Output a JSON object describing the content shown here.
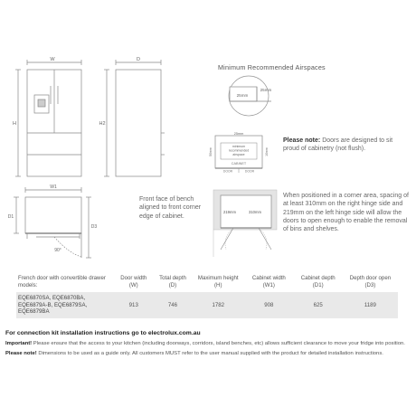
{
  "diagram": {
    "front_view": {
      "width_label": "W",
      "height_label": "H"
    },
    "side_view": {
      "depth_label": "D",
      "height_label": "H2"
    },
    "top_view": {
      "width_label": "W1",
      "depth_label": "D1",
      "open_depth_label": "D3",
      "angle_label": "90°"
    },
    "airspace": {
      "title": "Minimum Recommended Airspaces",
      "top_gap": "25mm",
      "side_gap": "25mm",
      "inner_width": "25mm",
      "inner_label_1": "minimum",
      "inner_label_2": "recommended",
      "inner_label_3": "airspace",
      "side_height": "50mm",
      "side_height2": "10mm",
      "cabinet_label": "CABINET",
      "door_left": "DOOR",
      "door_right": "DOOR"
    },
    "note_1": {
      "label": "Please note:",
      "text": " Doors are designed to sit proud of cabinetry (not flush)."
    },
    "bench_note": "Front face of bench aligned to front corner edge of cabinet.",
    "corner": {
      "left_gap": "219mm",
      "right_gap": "310mm",
      "text": "When positioned in a corner area, spacing of at least 310mm on the right  hinge side and 219mm on the left hinge side will allow the doors to open enough to enable the removal of bins and shelves."
    }
  },
  "table": {
    "headers": [
      "French door with convertible drawer models:",
      "Door width (W)",
      "Total depth (D)",
      "Maximum height (H)",
      "Cabinet width (W1)",
      "Cabinet depth (D1)",
      "Depth door open (D3)"
    ],
    "row": {
      "models": "EQE6870SA, EQE6870BA, EQE6879A-B, EQE6879SA, EQE6879BA",
      "values": [
        "913",
        "746",
        "1782",
        "908",
        "625",
        "1189"
      ]
    }
  },
  "footer": {
    "connection": "For connection kit installation instructions go to electrolux.com.au",
    "important_label": "Important!",
    "important_text": " Please ensure that the access to your kitchen (including doorways, corridors, island benches, etc) allows sufficient clearance to move your fridge into position.",
    "please_note_label": "Please note!",
    "please_note_text": " Dimensions to be used as a guide only. All customers MUST refer to the user manual supplied with the product for detailed installation instructions."
  }
}
